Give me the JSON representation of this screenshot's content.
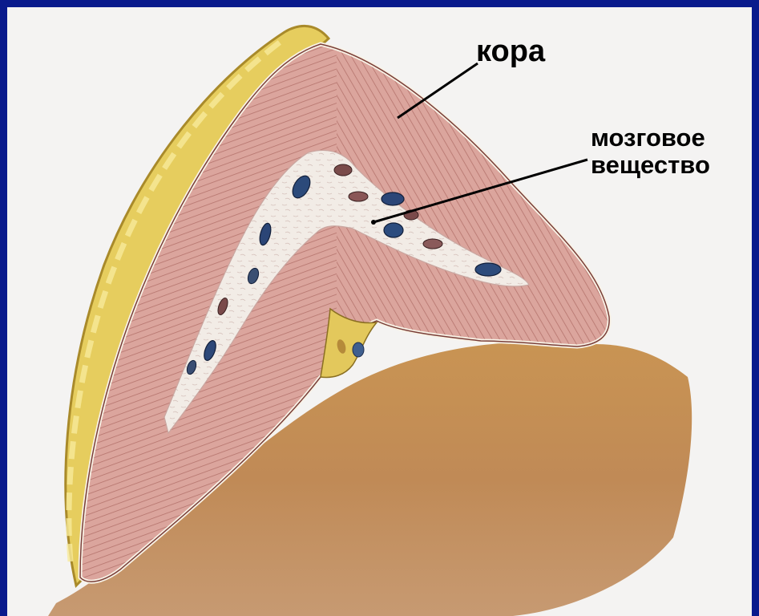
{
  "labels": {
    "cortex": "кора",
    "medulla_line1": "мозговое",
    "medulla_line2": "вещество"
  },
  "colors": {
    "background_blue": "#0a1a8c",
    "frame": "#f4f3f2",
    "capsule_fat": "#e3c95a",
    "cortex": "#d9a29b",
    "cortex_stripe": "#a85f5a",
    "medulla": "#f1ebe4",
    "kidney_tissue": "#c79657",
    "vessel": "#2e4a78"
  }
}
